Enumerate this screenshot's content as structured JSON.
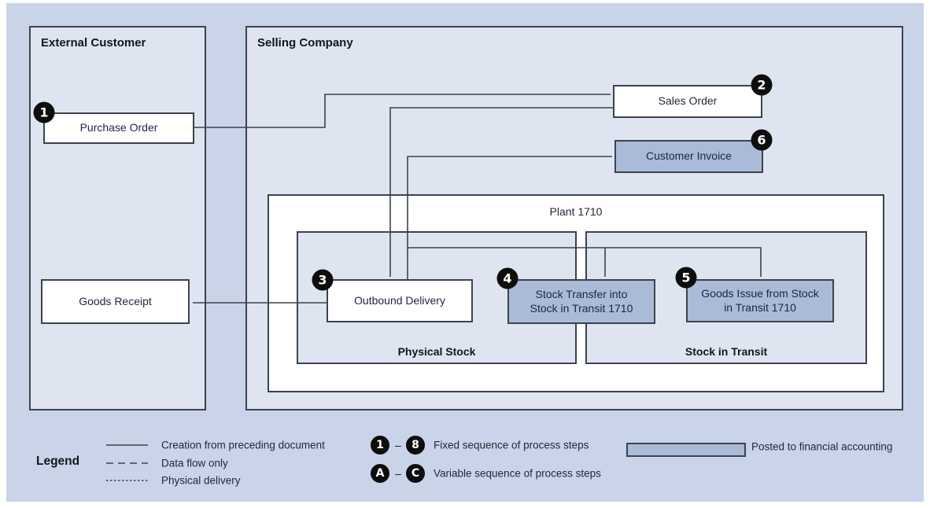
{
  "colors": {
    "page_bg": "#ffffff",
    "field_bg": "#c9d4e9",
    "panel_bg": "#dee5f1",
    "box_white": "#ffffff",
    "box_posted": "#a9bbd7",
    "border": "#3c424e",
    "badge_bg": "#0d0d0d",
    "badge_text": "#ffffff",
    "text": "#1f2638",
    "title": "#12161f"
  },
  "panels": {
    "external_customer": "External Customer",
    "selling_company": "Selling Company",
    "plant": "Plant 1710",
    "physical_stock": "Physical Stock",
    "stock_in_transit": "Stock in Transit"
  },
  "nodes": {
    "purchase_order": {
      "label": "Purchase Order",
      "step": "1"
    },
    "sales_order": {
      "label": "Sales Order",
      "step": "2"
    },
    "customer_invoice": {
      "label": "Customer Invoice",
      "step": "6"
    },
    "goods_receipt": {
      "label": "Goods Receipt"
    },
    "outbound_delivery": {
      "label": "Outbound Delivery",
      "step": "3"
    },
    "stock_transfer": {
      "label": "Stock Transfer into Stock in Transit 1710",
      "step": "4"
    },
    "goods_issue": {
      "label": "Goods Issue from Stock in Transit 1710",
      "step": "5"
    }
  },
  "legend": {
    "title": "Legend",
    "lines": [
      {
        "style": "solid",
        "label": "Creation from preceding document"
      },
      {
        "style": "dashed",
        "label": "Data flow only"
      },
      {
        "style": "dotted",
        "label": "Physical delivery"
      }
    ],
    "sequences": [
      {
        "from": "1",
        "to": "8",
        "separator": "–",
        "label": "Fixed sequence of process steps"
      },
      {
        "from": "A",
        "to": "C",
        "separator": "–",
        "label": "Variable sequence of process steps"
      }
    ],
    "posted": {
      "label": "Posted to financial accounting"
    }
  }
}
